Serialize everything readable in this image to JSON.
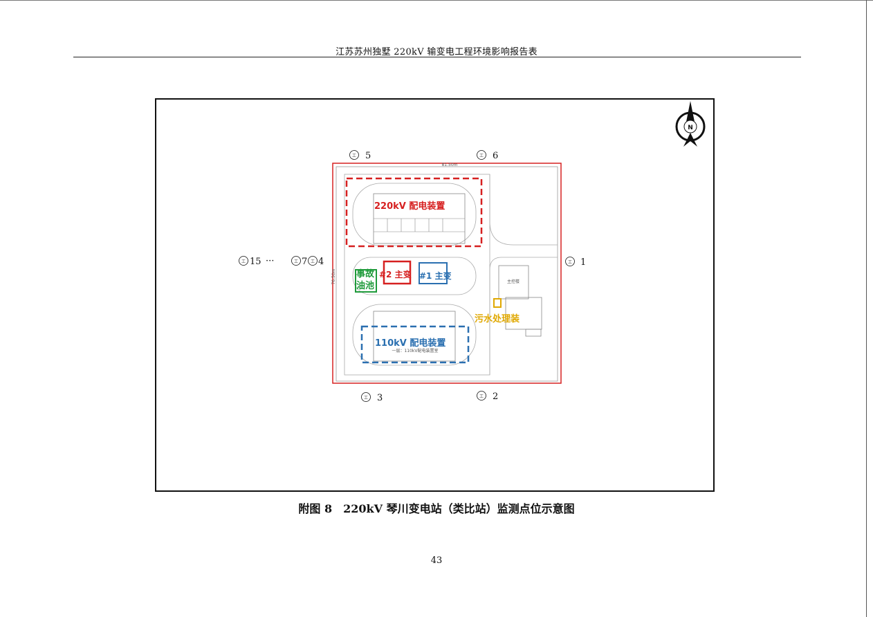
{
  "header": {
    "title": "江苏苏州独墅 220kV 输变电工程环境影响报告表"
  },
  "figure": {
    "caption": "附图 8　220kV 琴川变电站（类比站）监测点位示意图",
    "north_label": "N",
    "dimension_top": "81.50m",
    "dimension_left": "76.50m",
    "areas": {
      "gis_220": "220kV 配电装置",
      "gis_110": "110kV 配电装置",
      "transformer_2": "#2 主变",
      "transformer_1": "#1 主变",
      "oil_pit_line1": "事故",
      "oil_pit_line2": "油池",
      "sewage": "污水处理装",
      "control_building": "主控楼",
      "room_110_note": "一层：110kV配电装置室"
    },
    "points": [
      {
        "id": "p1",
        "label": "1"
      },
      {
        "id": "p2",
        "label": "2"
      },
      {
        "id": "p3",
        "label": "3"
      },
      {
        "id": "p4",
        "label": "4"
      },
      {
        "id": "p5",
        "label": "5"
      },
      {
        "id": "p6",
        "label": "6"
      },
      {
        "id": "p7",
        "label": "7"
      },
      {
        "id": "p15",
        "label": "15"
      }
    ],
    "ellipsis": "···",
    "point_symbol": "工"
  },
  "colors": {
    "red": "#d62020",
    "blue": "#2a6fb0",
    "green": "#1e9a3a",
    "yellow": "#e0a800"
  },
  "footer": {
    "page_number": "43"
  }
}
